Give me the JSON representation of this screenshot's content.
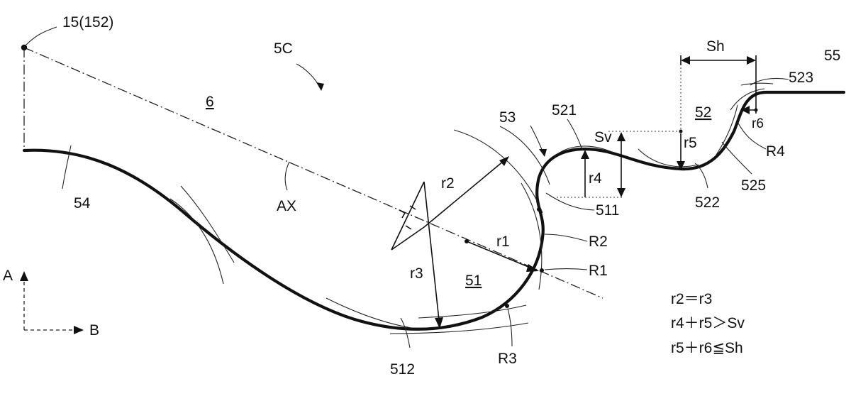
{
  "labels": {
    "ref_15": "15(152)",
    "ref_5c": "5C",
    "ref_6": "6",
    "ref_54": "54",
    "ref_ax": "AX",
    "ref_53": "53",
    "ref_521": "521",
    "ref_sh": "Sh",
    "ref_55": "55",
    "ref_523": "523",
    "ref_52": "52",
    "ref_r6": "r6",
    "ref_sv": "Sv",
    "ref_r5": "r5",
    "ref_R4": "R4",
    "ref_r2": "r2",
    "ref_r4": "r4",
    "ref_522": "522",
    "ref_525": "525",
    "ref_511": "511",
    "ref_r1": "r1",
    "ref_R2": "R2",
    "ref_r3": "r3",
    "ref_R1": "R1",
    "ref_51": "51",
    "ref_A": "A",
    "ref_B": "B",
    "ref_512": "512",
    "ref_R3": "R3"
  },
  "equations": [
    "r2＝r3",
    "r4＋r5＞Sv",
    "r5＋r6≦Sh"
  ]
}
